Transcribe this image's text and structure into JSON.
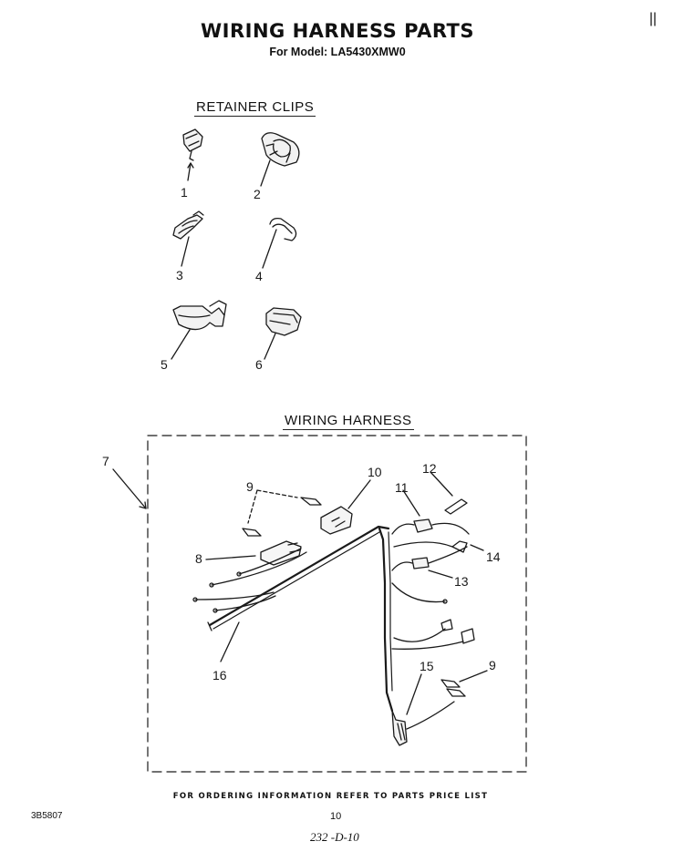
{
  "header": {
    "title": "WIRING HARNESS PARTS",
    "subtitle": "For Model: LA5430XMW0"
  },
  "sections": {
    "retainer_clips": "RETAINER CLIPS",
    "wiring_harness": "WIRING HARNESS"
  },
  "callouts": {
    "c1": "1",
    "c2": "2",
    "c3": "3",
    "c4": "4",
    "c5": "5",
    "c6": "6",
    "c7": "7",
    "c8": "8",
    "c9a": "9",
    "c9b": "9",
    "c10": "10",
    "c11": "11",
    "c12": "12",
    "c13": "13",
    "c14": "14",
    "c15": "15",
    "c16": "16"
  },
  "footer": {
    "ordering_note": "FOR ORDERING INFORMATION REFER TO PARTS PRICE LIST",
    "doc_code": "3B5807",
    "page_number": "10",
    "handwritten_code": "232 -D-10"
  }
}
